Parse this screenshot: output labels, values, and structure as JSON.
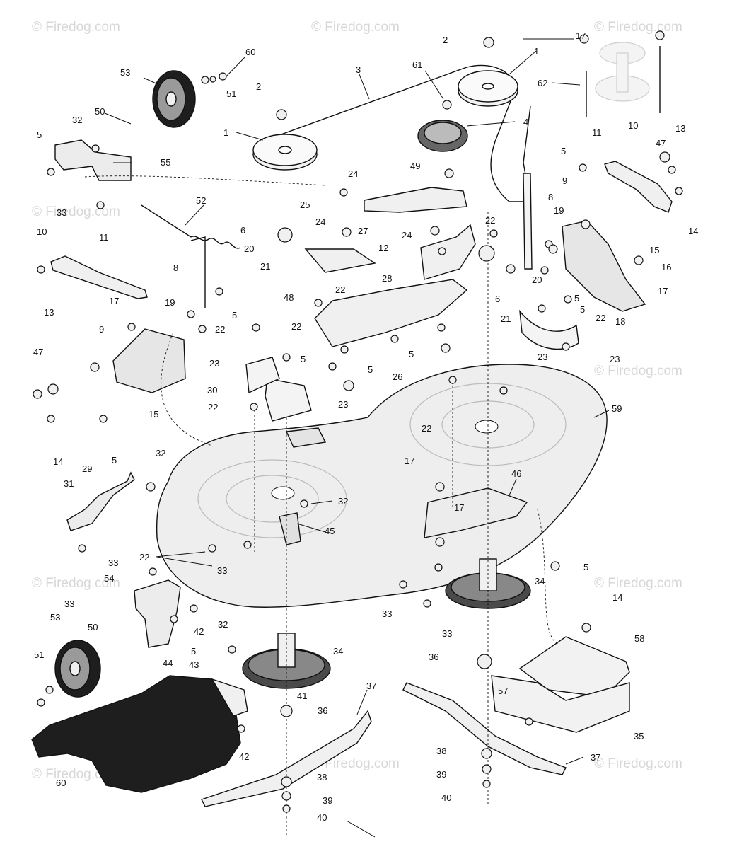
{
  "watermark": "© Firedog.com",
  "callouts": {
    "c1a": "1",
    "c1b": "1",
    "c2a": "2",
    "c2b": "2",
    "c3": "3",
    "c4": "4",
    "c5a": "5",
    "c5b": "5",
    "c5c": "5",
    "c5d": "5",
    "c5e": "5",
    "c5f": "5",
    "c5g": "5",
    "c5h": "5",
    "c5i": "5",
    "c5j": "5",
    "c5k": "5",
    "c6a": "6",
    "c6b": "6",
    "c8a": "8",
    "c8b": "8",
    "c9a": "9",
    "c9b": "9",
    "c10a": "10",
    "c10b": "10",
    "c11a": "11",
    "c11b": "11",
    "c12": "12",
    "c13a": "13",
    "c13b": "13",
    "c14a": "14",
    "c14b": "14",
    "c14c": "14",
    "c15a": "15",
    "c15b": "15",
    "c16": "16",
    "c17a": "17",
    "c17b": "17",
    "c17c": "17",
    "c17d": "17",
    "c17e": "17",
    "c18": "18",
    "c19a": "19",
    "c19b": "19",
    "c20a": "20",
    "c20b": "20",
    "c21a": "21",
    "c21b": "21",
    "c22a": "22",
    "c22b": "22",
    "c22c": "22",
    "c22d": "22",
    "c22e": "22",
    "c22f": "22",
    "c22g": "22",
    "c22h": "22",
    "c23a": "23",
    "c23b": "23",
    "c23c": "23",
    "c23d": "23",
    "c24a": "24",
    "c24b": "24",
    "c24c": "24",
    "c25": "25",
    "c26": "26",
    "c27": "27",
    "c28": "28",
    "c29": "29",
    "c30": "30",
    "c31": "31",
    "c32a": "32",
    "c32b": "32",
    "c32c": "32",
    "c32d": "32",
    "c33a": "33",
    "c33b": "33",
    "c33c": "33",
    "c33d": "33",
    "c33e": "33",
    "c33f": "33",
    "c34a": "34",
    "c34b": "34",
    "c35": "35",
    "c36a": "36",
    "c36b": "36",
    "c37a": "37",
    "c37b": "37",
    "c38a": "38",
    "c38b": "38",
    "c39a": "39",
    "c39b": "39",
    "c40a": "40",
    "c40b": "40",
    "c41": "41",
    "c42a": "42",
    "c42b": "42",
    "c43": "43",
    "c44": "44",
    "c45": "45",
    "c46": "46",
    "c47a": "47",
    "c47b": "47",
    "c48": "48",
    "c49": "49",
    "c50a": "50",
    "c50b": "50",
    "c51a": "51",
    "c51b": "51",
    "c52": "52",
    "c53a": "53",
    "c53b": "53",
    "c54": "54",
    "c55": "55",
    "c57": "57",
    "c58": "58",
    "c59": "59",
    "c60a": "60",
    "c60b": "60",
    "c61": "61",
    "c62": "62"
  }
}
